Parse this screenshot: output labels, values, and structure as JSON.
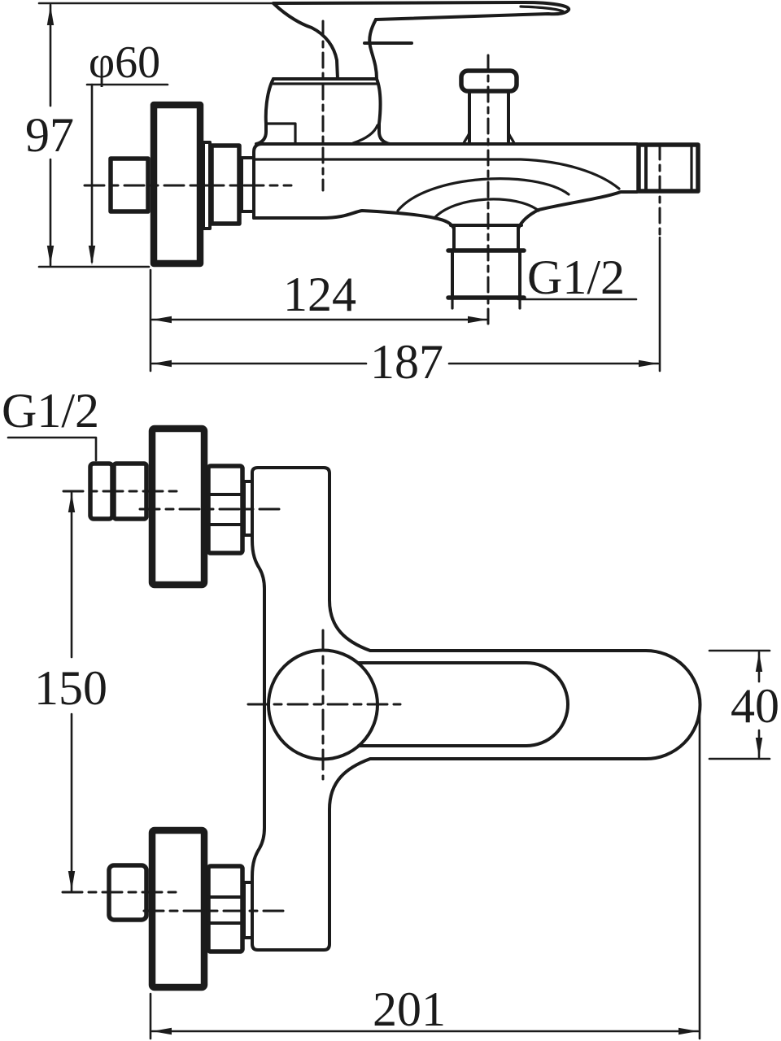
{
  "drawing": {
    "side_view_dims": {
      "diameter": "φ60",
      "height": "97",
      "spout_reach": "124",
      "total_length": "187",
      "thread": "G1/2"
    },
    "front_view_dims": {
      "thread": "G1/2",
      "inlet_spacing": "150",
      "spout_height": "40",
      "total_width": "201"
    }
  },
  "colors": {
    "line": "#1b1b1b",
    "background": "#ffffff"
  }
}
